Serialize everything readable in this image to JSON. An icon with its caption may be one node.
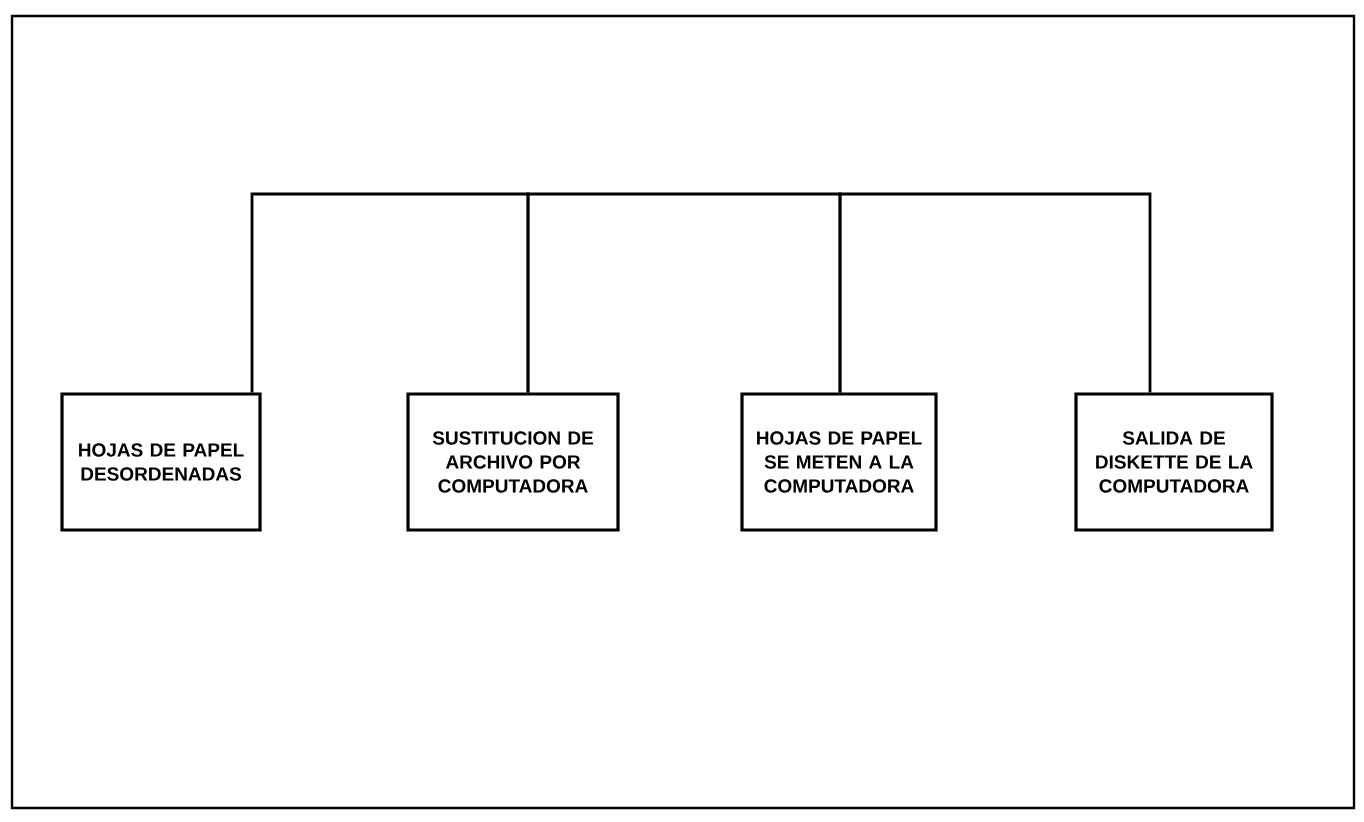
{
  "diagram": {
    "nodes": [
      {
        "text": [
          "HOJAS DE PAPEL DESORDENADAS"
        ]
      },
      {
        "text": [
          "SUSTITUCION DE ARCHIVO POR COMPUTADORA"
        ]
      },
      {
        "text": [
          "HOJAS DE PAPEL SE METEN A LA COMPUTADORA"
        ]
      },
      {
        "text": [
          "SALIDA DE DISKETTE DE LA COMPUTADORA"
        ]
      }
    ],
    "edges": [
      {
        "from": 0,
        "to": 1,
        "arrow": "none"
      },
      {
        "from": 1,
        "to": 2,
        "arrow": "none"
      },
      {
        "from": 2,
        "to": 3,
        "arrow": "none"
      }
    ]
  }
}
